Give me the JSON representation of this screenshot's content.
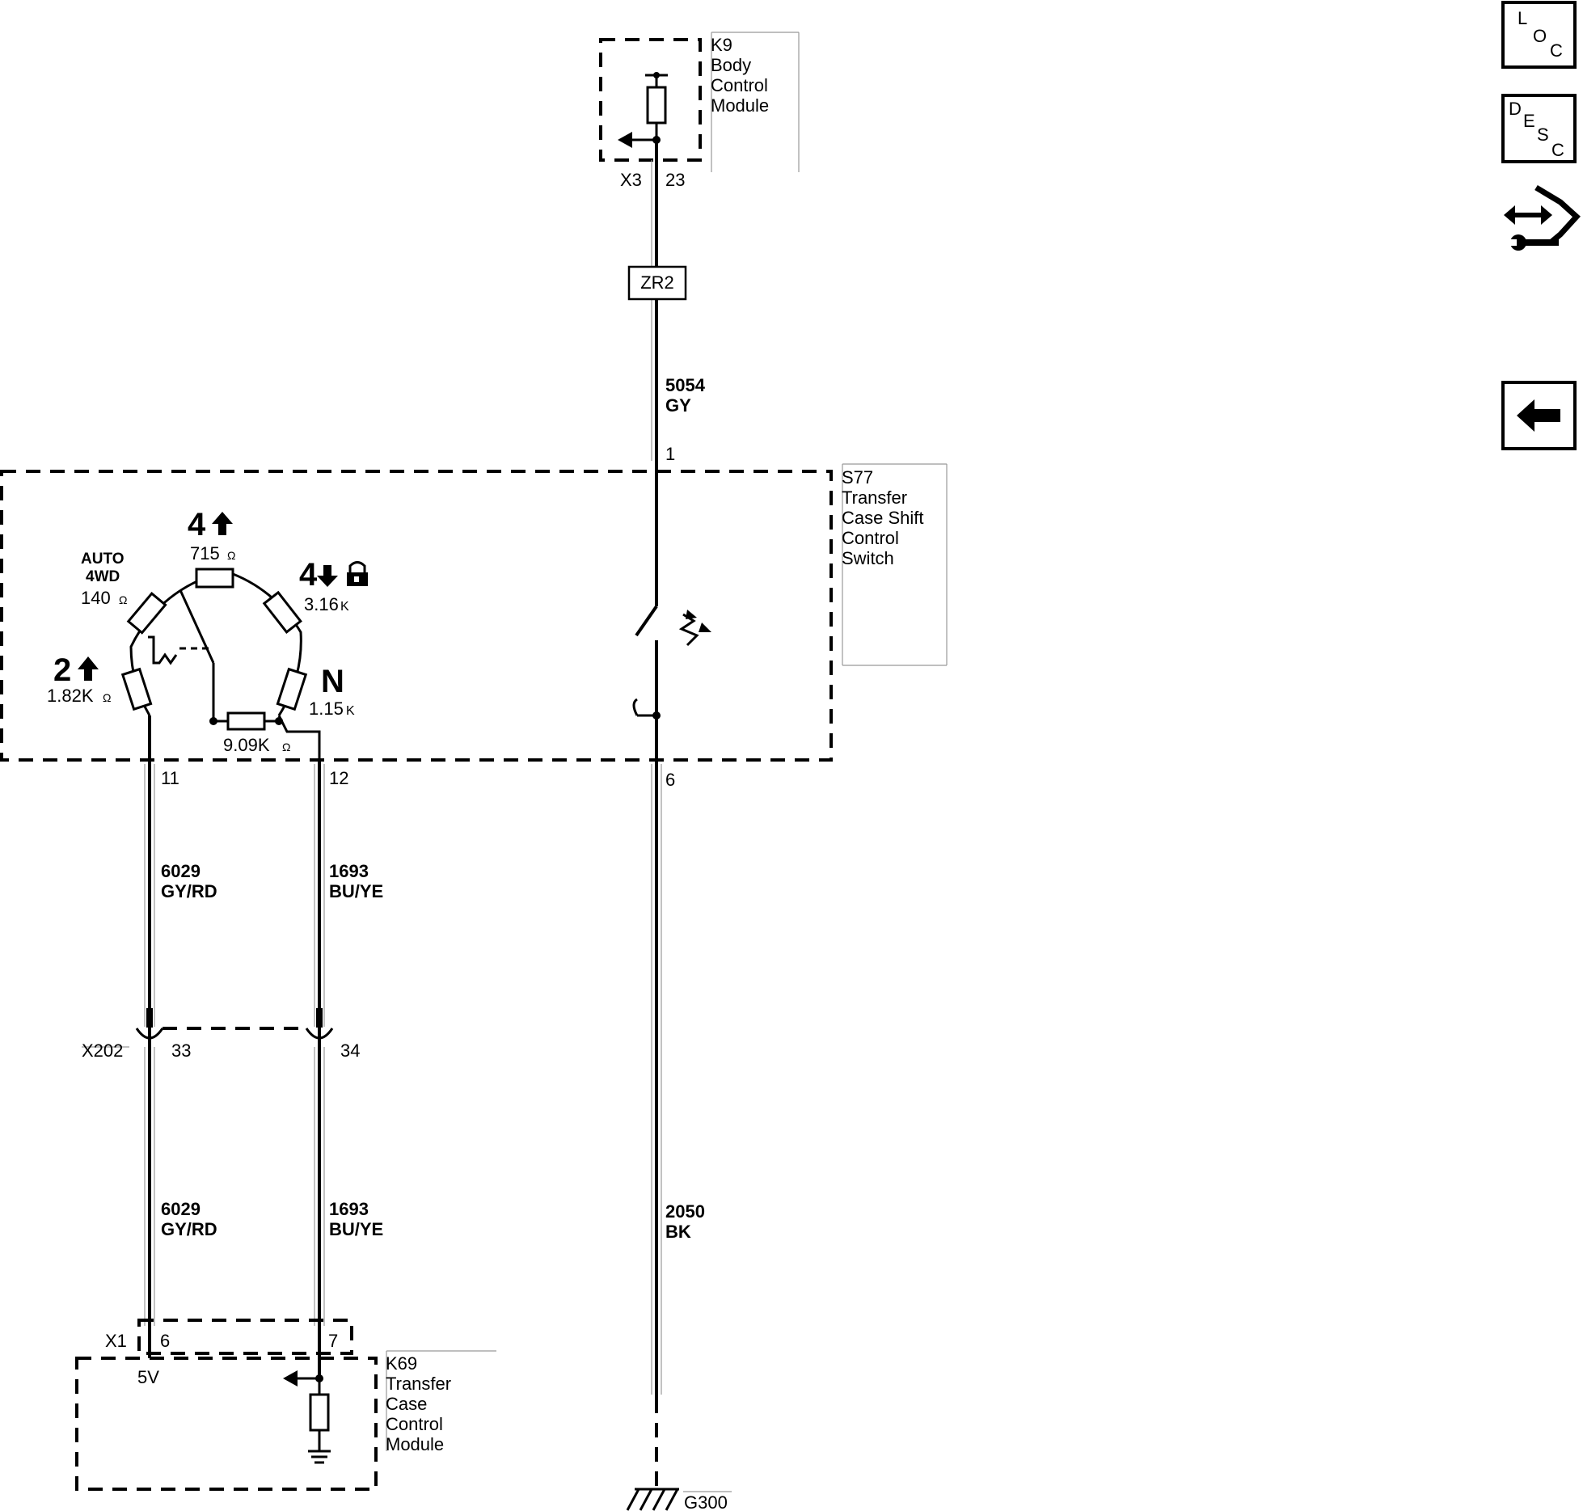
{
  "modules": {
    "k9": {
      "ref": "K9",
      "lines": [
        "Body",
        "Control",
        "Module"
      ],
      "connector": "X3",
      "pin": "23"
    },
    "s77": {
      "ref": "S77",
      "lines": [
        "Transfer",
        "Case Shift",
        "Control",
        "Switch"
      ]
    },
    "k69": {
      "ref": "K69",
      "lines": [
        "Transfer",
        "Case",
        "Control",
        "Module"
      ],
      "connector": "X1",
      "pin_a": "6",
      "pin_b": "7",
      "voltage": "5V"
    }
  },
  "inline_label": "ZR2",
  "wires": {
    "k9_to_s77": {
      "circuit": "5054",
      "color": "GY"
    },
    "s77_to_ground": {
      "circuit": "2050",
      "color": "BK"
    },
    "signal_upper": {
      "circuit": "6029",
      "color": "GY/RD"
    },
    "signal_lower": {
      "circuit": "6029",
      "color": "GY/RD"
    },
    "ref_upper": {
      "circuit": "1693",
      "color": "BU/YE"
    },
    "ref_lower": {
      "circuit": "1693",
      "color": "BU/YE"
    }
  },
  "pins": {
    "s77_pin1": "1",
    "s77_pin6": "6",
    "s77_pin11": "11",
    "s77_pin12": "12"
  },
  "inline_connector": {
    "name": "X202",
    "pin_a": "33",
    "pin_b": "34"
  },
  "ground": {
    "name": "G300"
  },
  "switch_positions": {
    "4hi": {
      "glyph": "4",
      "value": "715",
      "unit": "Ω"
    },
    "auto": {
      "line1": "AUTO",
      "line2": "4WD",
      "value": "140",
      "unit": "Ω"
    },
    "4lo": {
      "glyph": "4",
      "value": "3.16",
      "unit": "K"
    },
    "2hi": {
      "glyph": "2",
      "value": "1.82K",
      "unit": "Ω"
    },
    "neutral": {
      "glyph": "N",
      "value": "1.15",
      "unit": "K"
    },
    "series": {
      "value": "9.09K",
      "unit": "Ω"
    }
  },
  "nav": {
    "loc": {
      "l1": "L",
      "l2": "O",
      "l3": "C"
    },
    "desc": {
      "l1": "D",
      "l2": "E",
      "l3": "S",
      "l4": "C"
    }
  }
}
